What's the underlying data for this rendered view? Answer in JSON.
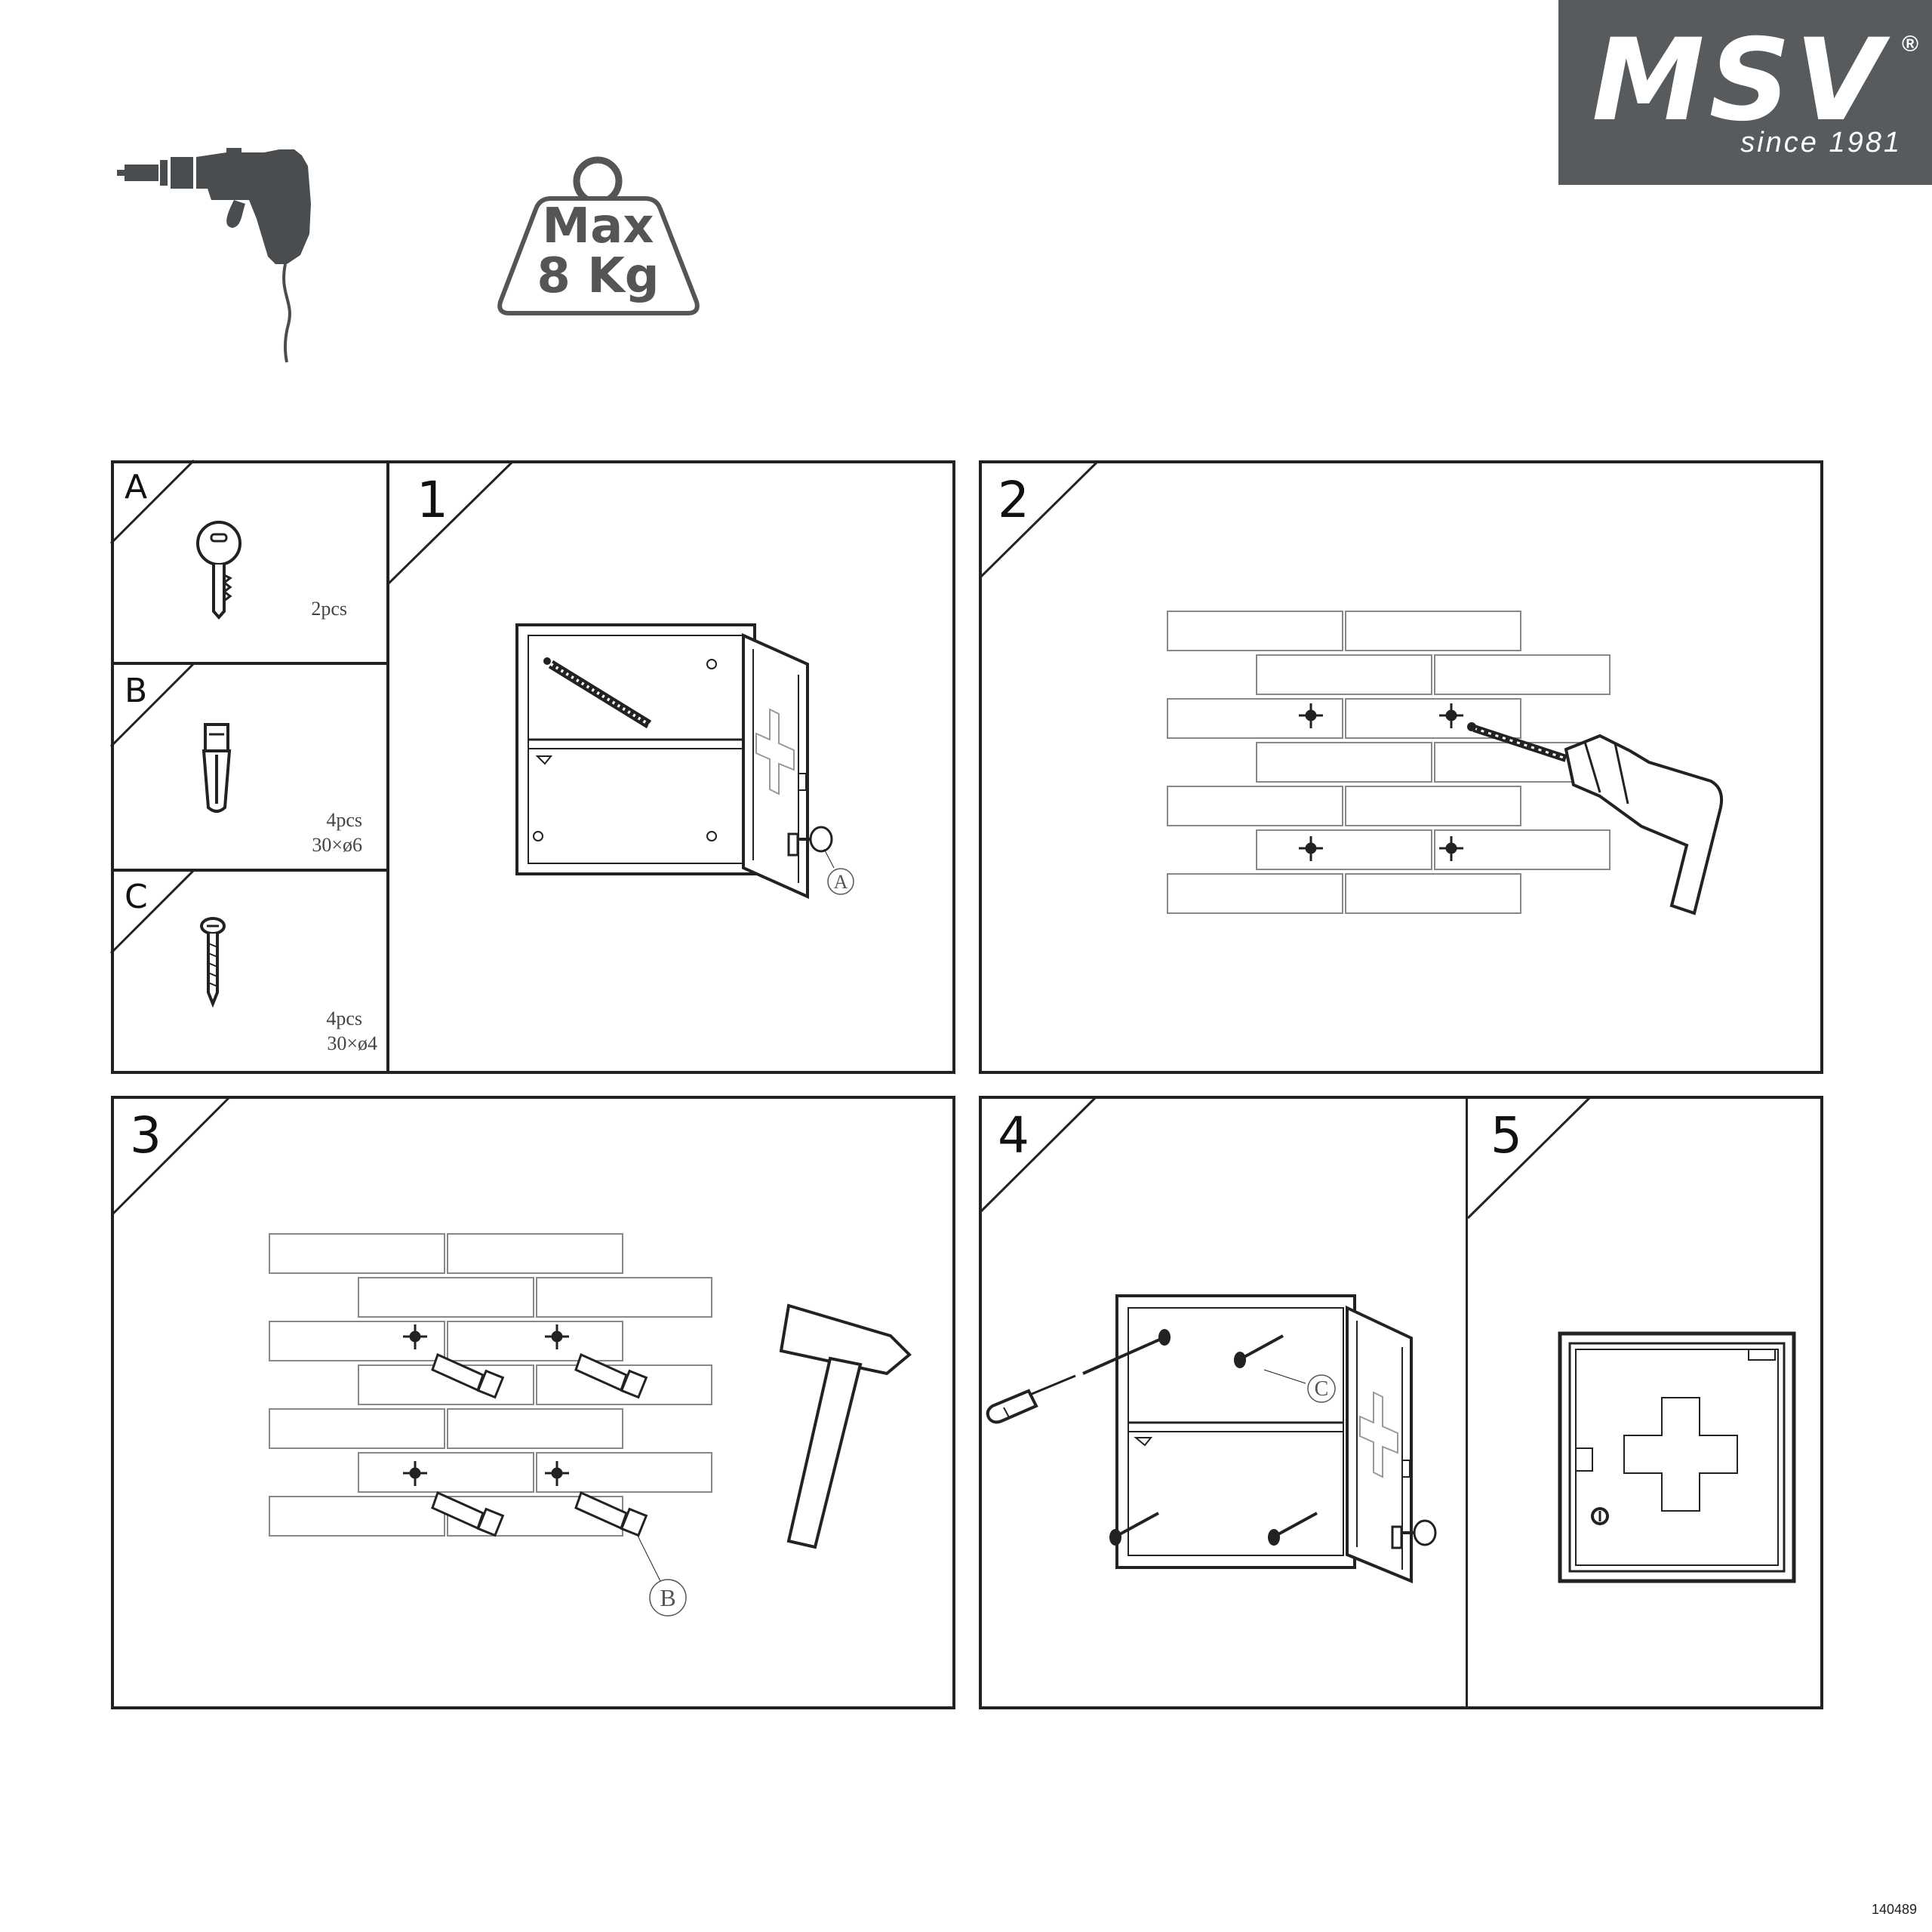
{
  "brand": {
    "name": "MSV",
    "registered": "®",
    "tagline": "since 1981"
  },
  "weight_limit": {
    "line1": "Max",
    "line2": "8 Kg"
  },
  "parts": [
    {
      "letter": "A",
      "qty": "2pcs",
      "size": ""
    },
    {
      "letter": "B",
      "qty": "4pcs",
      "size": "30×ø6"
    },
    {
      "letter": "C",
      "qty": "4pcs",
      "size": "30×ø4"
    }
  ],
  "steps": [
    {
      "number": "1"
    },
    {
      "number": "2"
    },
    {
      "number": "3"
    },
    {
      "number": "4"
    },
    {
      "number": "5"
    }
  ],
  "callouts": {
    "a": "A",
    "b": "B",
    "c": "C"
  },
  "product_code": "140489"
}
